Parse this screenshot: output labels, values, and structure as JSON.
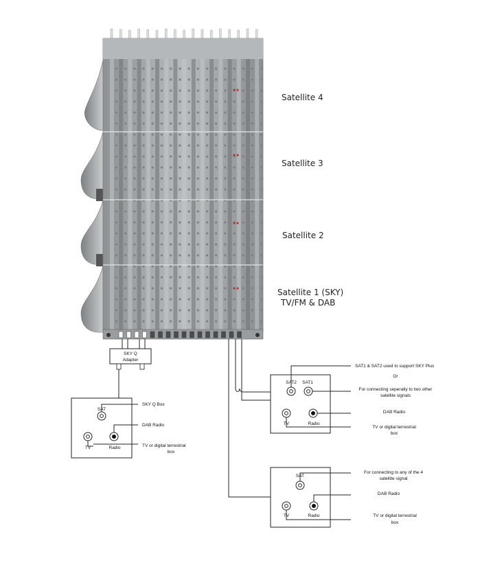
{
  "satellites": [
    {
      "label": "Satellite 4"
    },
    {
      "label": "Satellite 3"
    },
    {
      "label": "Satellite 2"
    },
    {
      "label": "Satellite 1 (SKY)",
      "sub_label": "TV/FM & DAB"
    }
  ],
  "adapter": {
    "line1": "SKY Q",
    "line2": "Adapter"
  },
  "sky_q_outlet": {
    "ports": {
      "sat": "SAT",
      "tv": "TV",
      "radio": "Radio"
    },
    "notes": {
      "sat": "SKY Q Box",
      "radio": "DAB Radio",
      "tv_line1": "TV or digital terrestrial",
      "tv_line2": "box"
    }
  },
  "sky_plus_outlet": {
    "ports": {
      "sat2": "SAT2",
      "sat1": "SAT1",
      "tv": "TV",
      "radio": "Radio"
    },
    "notes": {
      "sat2": "SAT1 & SAT2 used to support SKY Plus",
      "or": "Or",
      "sat1_line1": "For connecting seperatly to two other",
      "sat1_line2": "satellite signals",
      "radio": "DAB Radio",
      "tv_line1": "TV or digital terrestrial",
      "tv_line2": "box"
    }
  },
  "single_outlet": {
    "ports": {
      "sat": "SAT",
      "tv": "TV",
      "radio": "Radio"
    },
    "notes": {
      "sat_line1": "For connecting to any of the 4",
      "sat_line2": "satellite signal",
      "radio": "DAB Radio",
      "tv_line1": "TV or digital terrestrial",
      "tv_line2": "box"
    }
  },
  "colors": {
    "housing": "#a3a6a8",
    "fin_light": "#c4c7c9",
    "fin_dark": "#6f7375",
    "rib": "#dcdedf",
    "wire": "#222222"
  }
}
